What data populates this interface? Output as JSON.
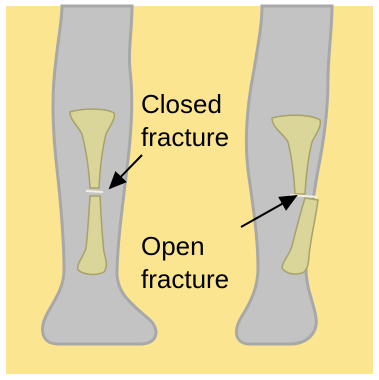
{
  "colors": {
    "background": "#fbe590",
    "frame": "#ffffff",
    "leg_fill": "#c3c3c3",
    "leg_shadow": "#a8a8a8",
    "bone_fill": "#dad69a",
    "bone_edge": "#a7a268",
    "text": "#000000"
  },
  "labels": {
    "closed_line1": "Closed",
    "closed_line2": "fracture",
    "open_line1": "Open",
    "open_line2": "fracture"
  }
}
